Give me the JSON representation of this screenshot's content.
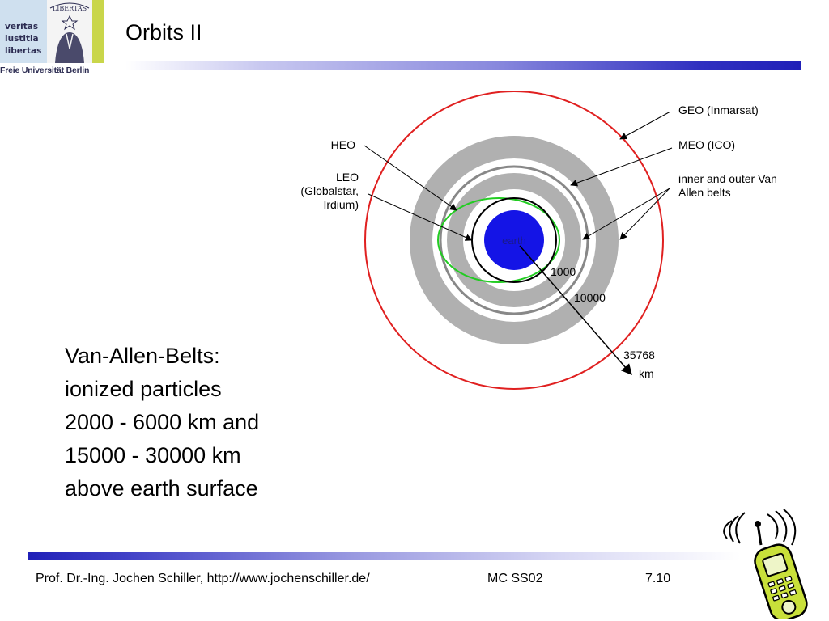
{
  "logo": {
    "motto": [
      "veritas",
      "iustitia",
      "libertas"
    ],
    "seal_text": "LIBERTAS",
    "university": "Freie Universität Berlin"
  },
  "slide": {
    "title": "Orbits II"
  },
  "diagram": {
    "labels": {
      "geo": "GEO (Inmarsat)",
      "meo": "MEO (ICO)",
      "van_allen_1": "inner and outer Van",
      "van_allen_2": "Allen belts",
      "heo": "HEO",
      "leo_1": "LEO",
      "leo_2": "(Globalstar,",
      "leo_3": "Irdium)",
      "earth": "earth",
      "dist_1000": "1000",
      "dist_10000": "10000",
      "dist_35768": "35768",
      "unit_km": "km"
    },
    "colors": {
      "geo_orbit": "#e02020",
      "heo_orbit": "#22cc22",
      "van_allen_belt": "#b0b0b0",
      "earth": "#1414e6"
    }
  },
  "body": {
    "lines": [
      "Van-Allen-Belts:",
      "ionized particles",
      "2000 - 6000 km and",
      "15000 - 30000 km",
      "above earth surface"
    ]
  },
  "footer": {
    "author": "Prof. Dr.-Ing. Jochen Schiller, http://www.jochenschiller.de/",
    "course": "MC SS02",
    "page": "7.10"
  }
}
